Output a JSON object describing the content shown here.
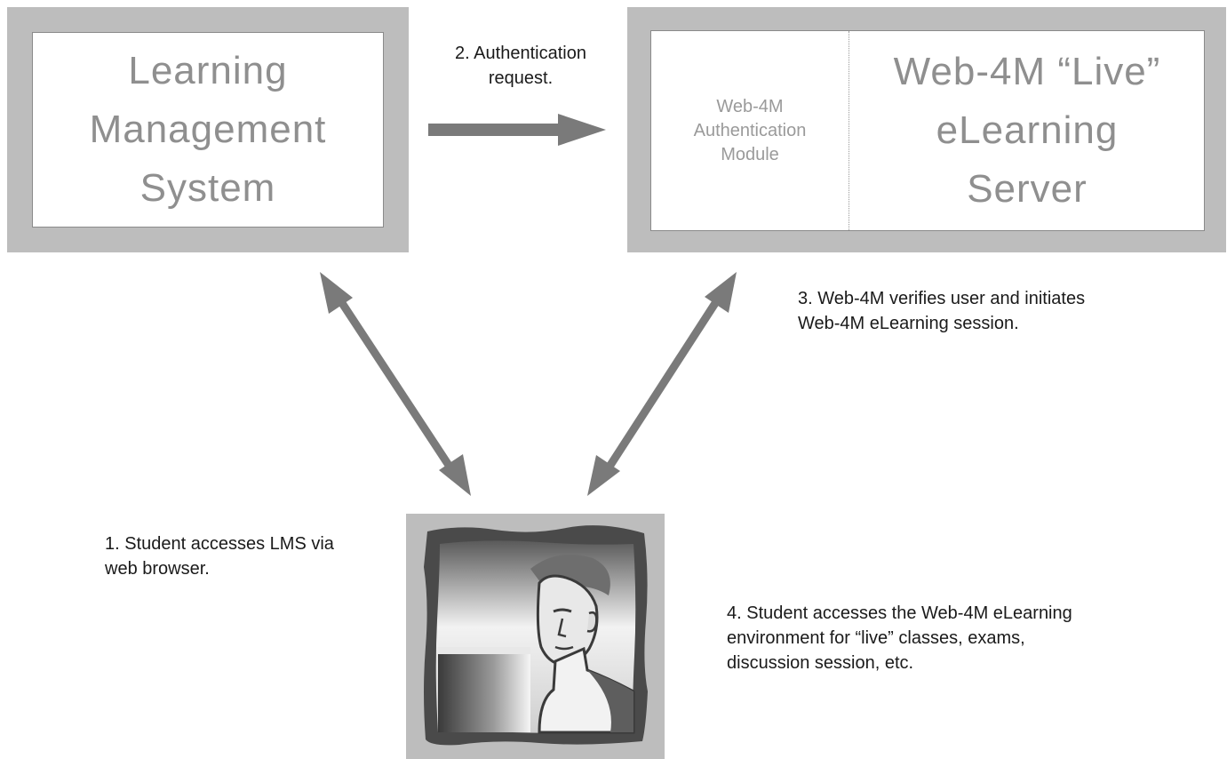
{
  "lms": {
    "title": "Learning\nManagement\nSystem"
  },
  "server": {
    "auth_module": "Web-4M\nAuthentication\nModule",
    "title": "Web-4M “Live”\neLearning\nServer"
  },
  "steps": {
    "step1": "1. Student accesses LMS via\n   web browser.",
    "step2": "2. Authentication\nrequest.",
    "step3": "3. Web-4M verifies user and initiates\n   Web-4M eLearning session.",
    "step4": "4. Student accesses the Web-4M eLearning\n   environment for “live” classes, exams,\n   discussion session, etc."
  },
  "student": {
    "icon": "student-illustration-icon"
  },
  "colors": {
    "frame": "#bdbdbd",
    "box_text": "#8f8f8f",
    "arrow": "#7a7a7a",
    "note_text": "#1a1a1a"
  }
}
